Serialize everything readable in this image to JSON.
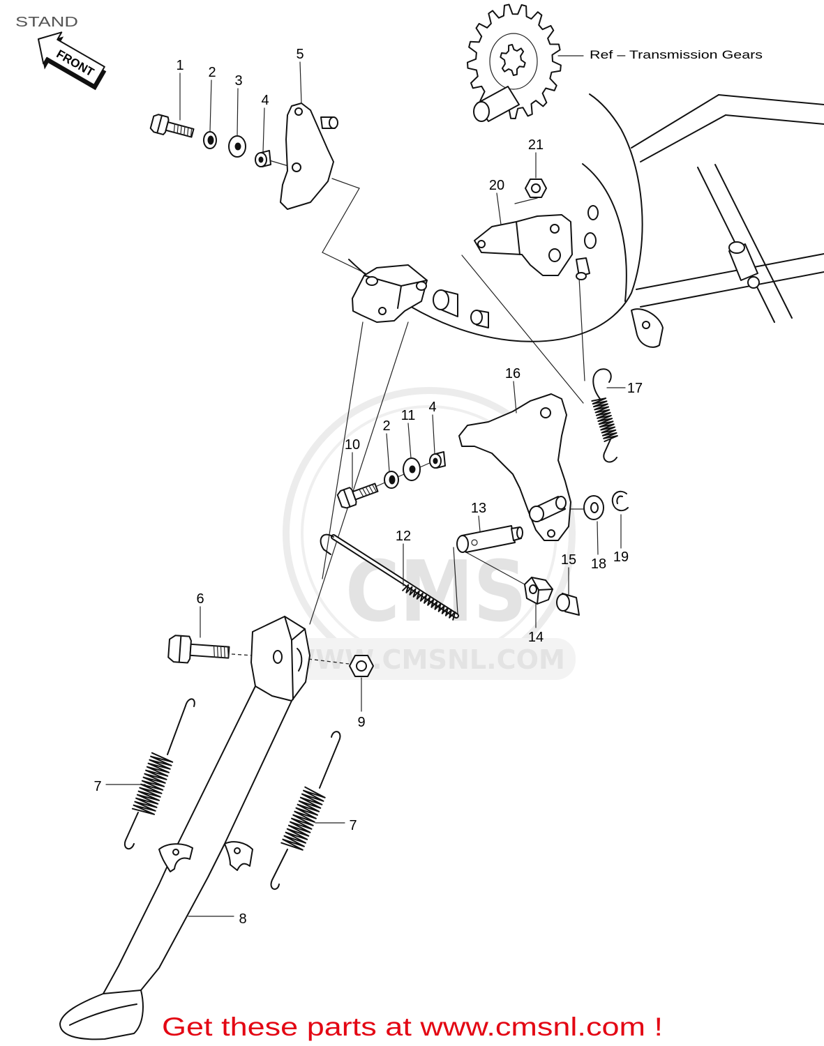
{
  "page": {
    "title": "STAND"
  },
  "orientation_marker": {
    "label": "FRONT",
    "icon": "front-arrow-icon"
  },
  "reference_note": "Ref – Transmission Gears",
  "callouts": [
    "1",
    "2",
    "3",
    "4",
    "5",
    "21",
    "20",
    "16",
    "17",
    "10",
    "2",
    "11",
    "4",
    "13",
    "12",
    "15",
    "18",
    "19",
    "14",
    "6",
    "9",
    "7",
    "7",
    "8"
  ],
  "watermark": {
    "logo_text": "CMS",
    "url_text": "WWW.CMSNL.COM"
  },
  "footer": {
    "text": "Get these parts at www.cmsnl.com !"
  },
  "colors": {
    "line_art": "#111111",
    "footer_text": "#e30613",
    "title_text": "#555555",
    "watermark": "#e3e3e3"
  }
}
